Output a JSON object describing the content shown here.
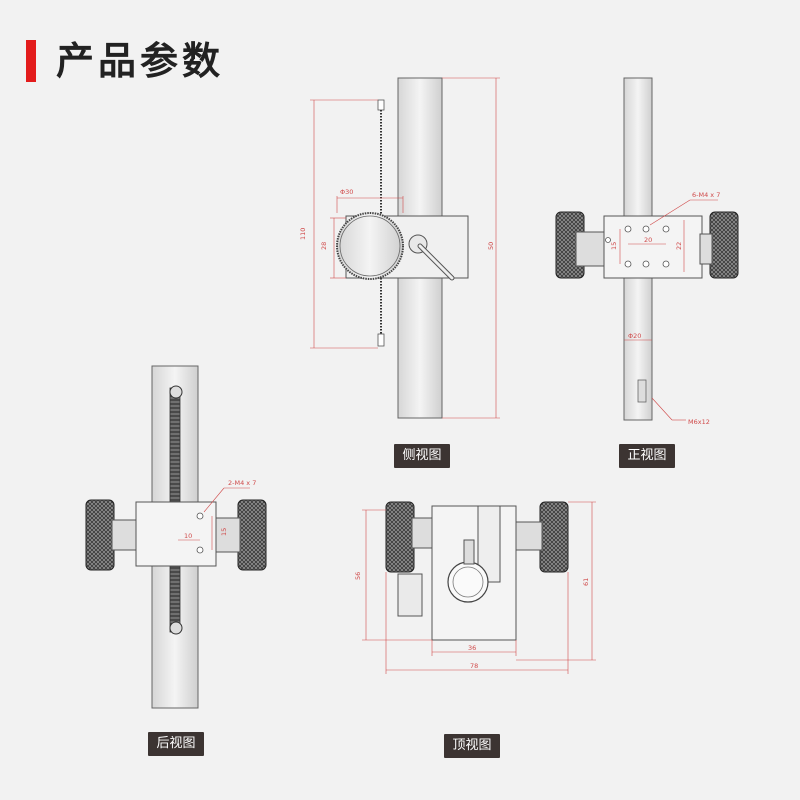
{
  "header": {
    "title": "产品参数",
    "accent_color": "#e31c1c"
  },
  "views": {
    "side": {
      "label": "侧视图",
      "dims": {
        "height_total": "110",
        "bar_len": "50",
        "knob_h": "28",
        "knob_dia": "Φ30"
      }
    },
    "front": {
      "label": "正视图",
      "dims": {
        "holes": "6-M4 x 7",
        "h_spacing": "20",
        "v_spacing": "15",
        "block_h": "22",
        "pole_dia": "Φ20",
        "bottom_thread": "M6x12"
      }
    },
    "back": {
      "label": "后视图",
      "dims": {
        "holes": "2-M4 x 7",
        "h_spacing": "10",
        "v_spacing": "15"
      }
    },
    "top": {
      "label": "顶视图",
      "dims": {
        "depth": "56",
        "overall_depth": "61",
        "bore": "36",
        "width": "78"
      }
    }
  }
}
